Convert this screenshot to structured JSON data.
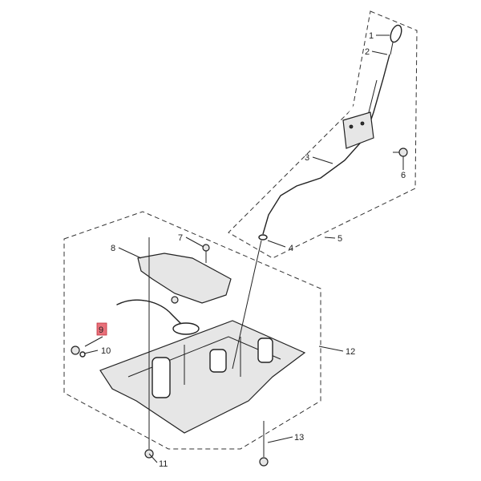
{
  "callouts": {
    "c1": "1",
    "c2": "2",
    "c3": "3",
    "c4": "4",
    "c5": "5",
    "c6": "6",
    "c7": "7",
    "c8": "8",
    "c9": "9",
    "c10": "10",
    "c11": "11",
    "c12": "12",
    "c13": "13"
  },
  "colors": {
    "highlight": "#e8707a",
    "ink": "#222222"
  }
}
